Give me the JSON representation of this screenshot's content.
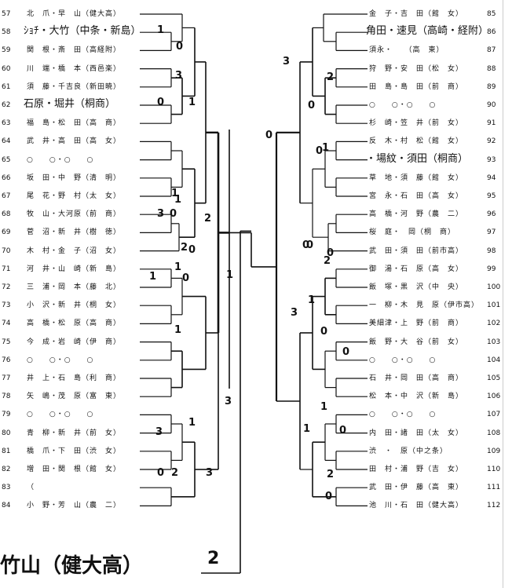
{
  "left_bracket": [
    {
      "num": "57",
      "text": "北　爪・早　山（健大高）"
    },
    {
      "num": "58",
      "text": "",
      "handwritten": "ｼｮﾁ・大竹（中条・新島）"
    },
    {
      "num": "59",
      "text": "関　根・斎　田（高経附）"
    },
    {
      "num": "60",
      "text": "川　端・橋　本（西邑楽）"
    },
    {
      "num": "61",
      "text": "須　藤・千吉良（新田暁）"
    },
    {
      "num": "62",
      "text": "",
      "handwritten": "石原・堀井（桐商）"
    },
    {
      "num": "63",
      "text": "福　島・松　田（高　商）"
    },
    {
      "num": "64",
      "text": "武　井・高　田（高　女）"
    },
    {
      "num": "65",
      "text": "○　　○・○　　○"
    },
    {
      "num": "66",
      "text": "坂　田・中　野（清　明）"
    },
    {
      "num": "67",
      "text": "尾　花・野　村（太　女）"
    },
    {
      "num": "68",
      "text": "牧　山・大河原（前　商）"
    },
    {
      "num": "69",
      "text": "菅　沼・新　井（樹　徳）"
    },
    {
      "num": "70",
      "text": "木　村・金　子（沼　女）"
    },
    {
      "num": "71",
      "text": "河　井・山　崎（新　島）"
    },
    {
      "num": "72",
      "text": "三　浦・岡　本（藤　北）"
    },
    {
      "num": "73",
      "text": "小　沢・新　井（桐　女）"
    },
    {
      "num": "74",
      "text": "高　橋・松　原（高　商）"
    },
    {
      "num": "75",
      "text": "今　成・岩　崎（伊　商）"
    },
    {
      "num": "76",
      "text": "○　　○・○　　○"
    },
    {
      "num": "77",
      "text": "井　上・石　島（利　商）"
    },
    {
      "num": "78",
      "text": "矢　嶋・茂　原（富　東）"
    },
    {
      "num": "79",
      "text": "○　　○・○　　○"
    },
    {
      "num": "80",
      "text": "青　柳・新　井（前　女）"
    },
    {
      "num": "81",
      "text": "橋　爪・下　田（渋　女）"
    },
    {
      "num": "82",
      "text": "増　田・関　根（館　女）"
    },
    {
      "num": "83",
      "text": "（"
    },
    {
      "num": "84",
      "text": "小　野・芳　山（農　二）"
    }
  ],
  "right_bracket": [
    {
      "num": "85",
      "text": "金　子・吉　田（館　女）"
    },
    {
      "num": "86",
      "text": "",
      "handwritten": "角田・速見（高崎・経附）"
    },
    {
      "num": "87",
      "text": "須永・　　（高　東）"
    },
    {
      "num": "88",
      "text": "狩　野・安　田（松　女）"
    },
    {
      "num": "89",
      "text": "田　島・島　田（前　商）"
    },
    {
      "num": "90",
      "text": "○　　○・○　　○"
    },
    {
      "num": "91",
      "text": "杉　崎・笠　井（前　女）"
    },
    {
      "num": "92",
      "text": "反　木・村　松（館　女）"
    },
    {
      "num": "93",
      "text": "",
      "handwritten": "・場紋・須田（桐商）"
    },
    {
      "num": "94",
      "text": "草　地・須　藤（館　女）"
    },
    {
      "num": "95",
      "text": "宮　永・石　田（高　女）"
    },
    {
      "num": "96",
      "text": "高　橋・河　野（農　二）"
    },
    {
      "num": "97",
      "text": "桜　庭・　岡（桐　商）"
    },
    {
      "num": "98",
      "text": "武　田・須　田（前市高）"
    },
    {
      "num": "99",
      "text": "御　湯・石　原（高　女）"
    },
    {
      "num": "100",
      "text": "飯　塚・黒　沢（中　央）"
    },
    {
      "num": "101",
      "text": "一　柳・木　見　原（伊市高）"
    },
    {
      "num": "102",
      "text": "美細津・上　野（前　商）"
    },
    {
      "num": "103",
      "text": "飯　野・大　谷（前　女）"
    },
    {
      "num": "104",
      "text": "○　　○・○　　○"
    },
    {
      "num": "105",
      "text": "石　井・岡　田（高　商）"
    },
    {
      "num": "106",
      "text": "松　本・中　沢（新　島）"
    },
    {
      "num": "107",
      "text": "○　　○・○　　○"
    },
    {
      "num": "108",
      "text": "内　田・諸　田（太　女）"
    },
    {
      "num": "109",
      "text": "渋　・　原（中之条）"
    },
    {
      "num": "110",
      "text": "田　村・浦　野（吉　女）"
    },
    {
      "num": "111",
      "text": "武　田・伊　藤（高　東）"
    },
    {
      "num": "112",
      "text": "池　川・石　田（健大高）"
    }
  ],
  "left_scores": [
    "1",
    "0",
    "3",
    "0",
    "1",
    "2",
    "1",
    "1",
    "3",
    "0",
    "2",
    "0",
    "1",
    "0",
    "1",
    "1",
    "3",
    "1",
    "2",
    "3",
    "0",
    "3"
  ],
  "right_scores": [
    "3",
    "2",
    "0",
    "0",
    "1",
    "0",
    "0",
    "2",
    "0",
    "3",
    "1",
    "0",
    "1",
    "0",
    "1",
    "0",
    "2",
    "0"
  ],
  "center_scores": [
    "1",
    "0",
    "2"
  ],
  "winner_caption": "竹山（健大高）"
}
